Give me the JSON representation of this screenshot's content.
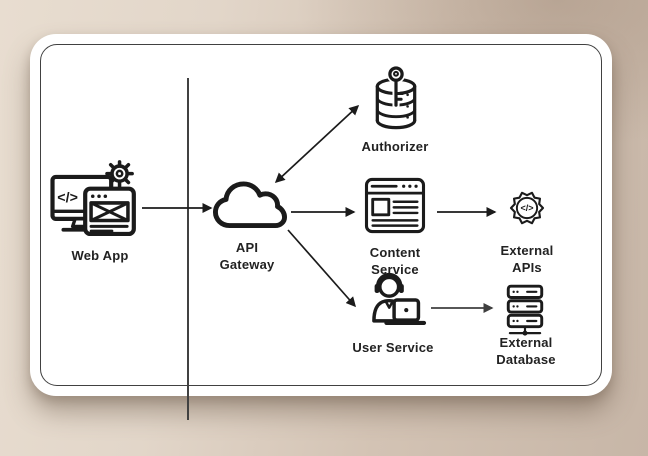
{
  "diagram": {
    "nodes": {
      "web_app": {
        "label": "Web App",
        "icon": "web-app-icon"
      },
      "api_gateway": {
        "label": "API\nGateway",
        "icon": "cloud-icon"
      },
      "authorizer": {
        "label": "Authorizer",
        "icon": "database-key-icon"
      },
      "content_service": {
        "label": "Content\nService",
        "icon": "browser-content-icon"
      },
      "user_service": {
        "label": "User Service",
        "icon": "support-agent-icon"
      },
      "external_apis": {
        "label": "External\nAPIs",
        "icon": "gear-code-icon"
      },
      "external_database": {
        "label": "External\nDatabase",
        "icon": "server-rack-icon"
      }
    },
    "icon_texts": {
      "web_app_code": "</>",
      "external_apis_code": "</>"
    },
    "edges": [
      {
        "from": "web_app",
        "to": "api_gateway",
        "direction": "one-way"
      },
      {
        "from": "api_gateway",
        "to": "authorizer",
        "direction": "two-way"
      },
      {
        "from": "api_gateway",
        "to": "content_service",
        "direction": "one-way"
      },
      {
        "from": "api_gateway",
        "to": "user_service",
        "direction": "one-way"
      },
      {
        "from": "content_service",
        "to": "external_apis",
        "direction": "one-way"
      },
      {
        "from": "user_service",
        "to": "external_database",
        "direction": "one-way"
      }
    ],
    "colors": {
      "background_light": "#e8ddd0",
      "background_dark": "#c7b6a7",
      "card": "#ffffff",
      "stroke": "#1b1b1b",
      "inner_border": "#414141",
      "arrow": "#1b1b1b",
      "arrow_muted": "#4f4f4f"
    }
  }
}
